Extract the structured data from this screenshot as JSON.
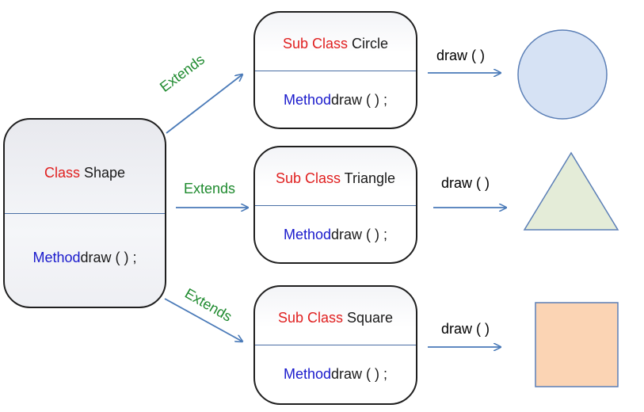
{
  "parent": {
    "keyword": "Class",
    "name": "Shape",
    "method_keyword": "Method",
    "method": "draw ( ) ;"
  },
  "subclasses": [
    {
      "keyword": "Sub Class",
      "name": "Circle",
      "method_keyword": "Method",
      "method": "draw ( ) ;",
      "arrow_label": "draw ( )",
      "shape": "circle"
    },
    {
      "keyword": "Sub Class",
      "name": "Triangle",
      "method_keyword": "Method",
      "method": "draw ( ) ;",
      "arrow_label": "draw ( )",
      "shape": "triangle"
    },
    {
      "keyword": "Sub Class",
      "name": "Square",
      "method_keyword": "Method",
      "method": "draw ( ) ;",
      "arrow_label": "draw ( )",
      "shape": "square"
    }
  ],
  "extends_label": "Extends",
  "colors": {
    "keyword": "#e02020",
    "method_keyword": "#1a1acc",
    "extends": "#1e8a2e",
    "arrow": "#4a7ab8",
    "circle_fill": "#d6e2f4",
    "triangle_fill": "#e4ecd8",
    "square_fill": "#fbd4b4"
  }
}
